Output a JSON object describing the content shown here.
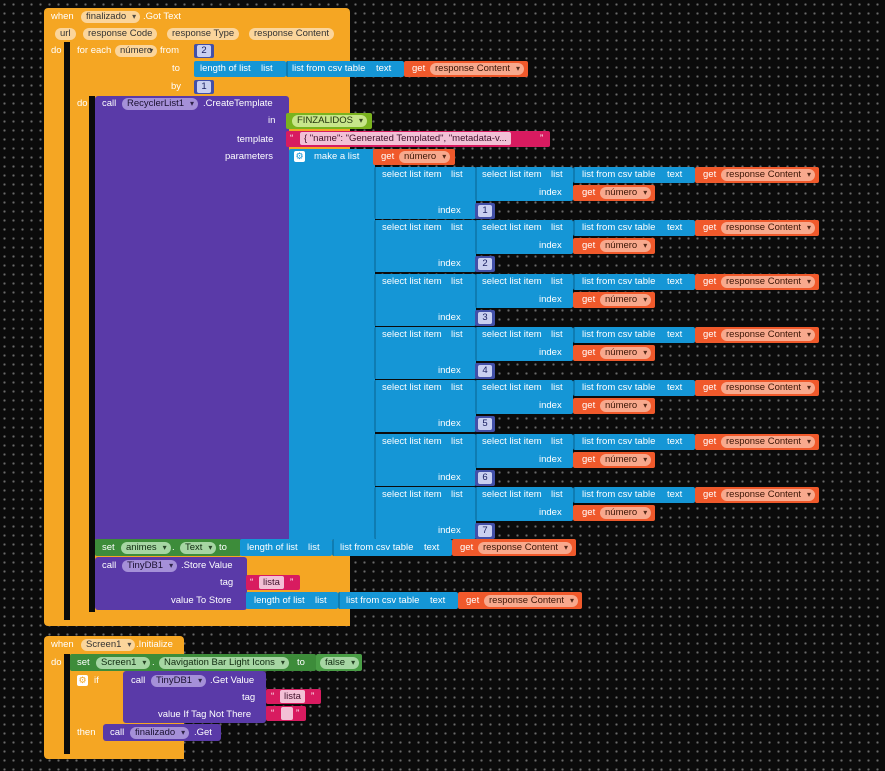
{
  "event1": {
    "when": "when",
    "component": "finalizado",
    "event": ".Got Text",
    "params": [
      "url",
      "response Code",
      "response Type",
      "response Content"
    ],
    "do": "do"
  },
  "foreach": {
    "for_each": "for each",
    "var": "número",
    "from": "from",
    "from_val": "2",
    "to": "to",
    "by": "by",
    "by_val": "1",
    "do": "do"
  },
  "common": {
    "length_of_list": "length of list",
    "list": "list",
    "list_from_csv": "list from csv table",
    "text": "text",
    "get": "get",
    "response_content": "response Content",
    "numero": "número",
    "select_list_item": "select list item",
    "index": "index"
  },
  "create_template": {
    "call": "call",
    "component": "RecyclerList1",
    "method": ".CreateTemplate",
    "in": "in",
    "in_value": "FINZALIDOS",
    "template": "template",
    "template_value": "{  \"name\": \"Generated Templated\",   \"metadata-v...",
    "parameters": "parameters",
    "make_a_list": "make a list"
  },
  "items": [
    {
      "index": "1"
    },
    {
      "index": "2"
    },
    {
      "index": "3"
    },
    {
      "index": "4"
    },
    {
      "index": "5"
    },
    {
      "index": "6"
    },
    {
      "index": "7"
    }
  ],
  "set_animes": {
    "set": "set",
    "component": "animes",
    "property": "Text",
    "to": "to"
  },
  "store": {
    "call": "call",
    "component": "TinyDB1",
    "method": ".Store Value",
    "tag": "tag",
    "tag_value": "lista",
    "value_to_store": "value To Store"
  },
  "event2": {
    "when": "when",
    "component": "Screen1",
    "event": ".Initialize",
    "do": "do"
  },
  "set_screen": {
    "set": "set",
    "component": "Screen1",
    "property": "Navigation Bar Light Icons",
    "to": "to",
    "value": "false"
  },
  "if_block": {
    "if": "if",
    "then": "then"
  },
  "get_value": {
    "call": "call",
    "component": "TinyDB1",
    "method": ".Get Value",
    "tag": "tag",
    "tag_value": "lista",
    "not_there": "value If Tag Not There",
    "not_there_value": ""
  },
  "call_get": {
    "call": "call",
    "component": "finalizado",
    "method": ".Get"
  },
  "colors": {
    "background": "#0b0b0b",
    "control_orange": "#f5a623",
    "component_purple": "#5a3aa8",
    "list_blue": "#1596d6",
    "variable_red": "#f0592b",
    "setter_green": "#3d8c3a",
    "math_indigo": "#4250a8",
    "text_pink": "#d81b60"
  }
}
